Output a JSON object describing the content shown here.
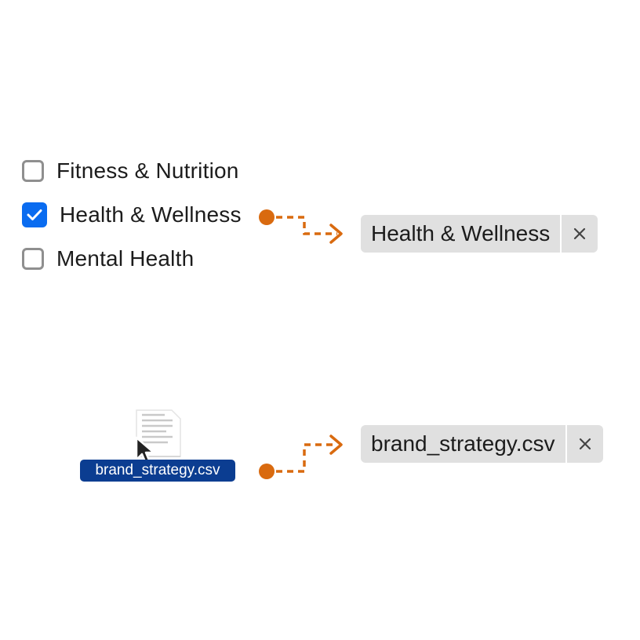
{
  "checkboxes": [
    {
      "label": "Fitness & Nutrition",
      "checked": false
    },
    {
      "label": "Health & Wellness",
      "checked": true
    },
    {
      "label": "Mental Health",
      "checked": false
    }
  ],
  "chips": {
    "category": {
      "label": "Health & Wellness",
      "close_glyph": "✕"
    },
    "file": {
      "label": "brand_strategy.csv",
      "close_glyph": "✕"
    }
  },
  "drag": {
    "file_name": "brand_strategy.csv"
  },
  "colors": {
    "accent": "#0a6cf0",
    "connector": "#d96a0f",
    "file_pill": "#0b3d91",
    "chip_bg": "#e0e0e0"
  }
}
